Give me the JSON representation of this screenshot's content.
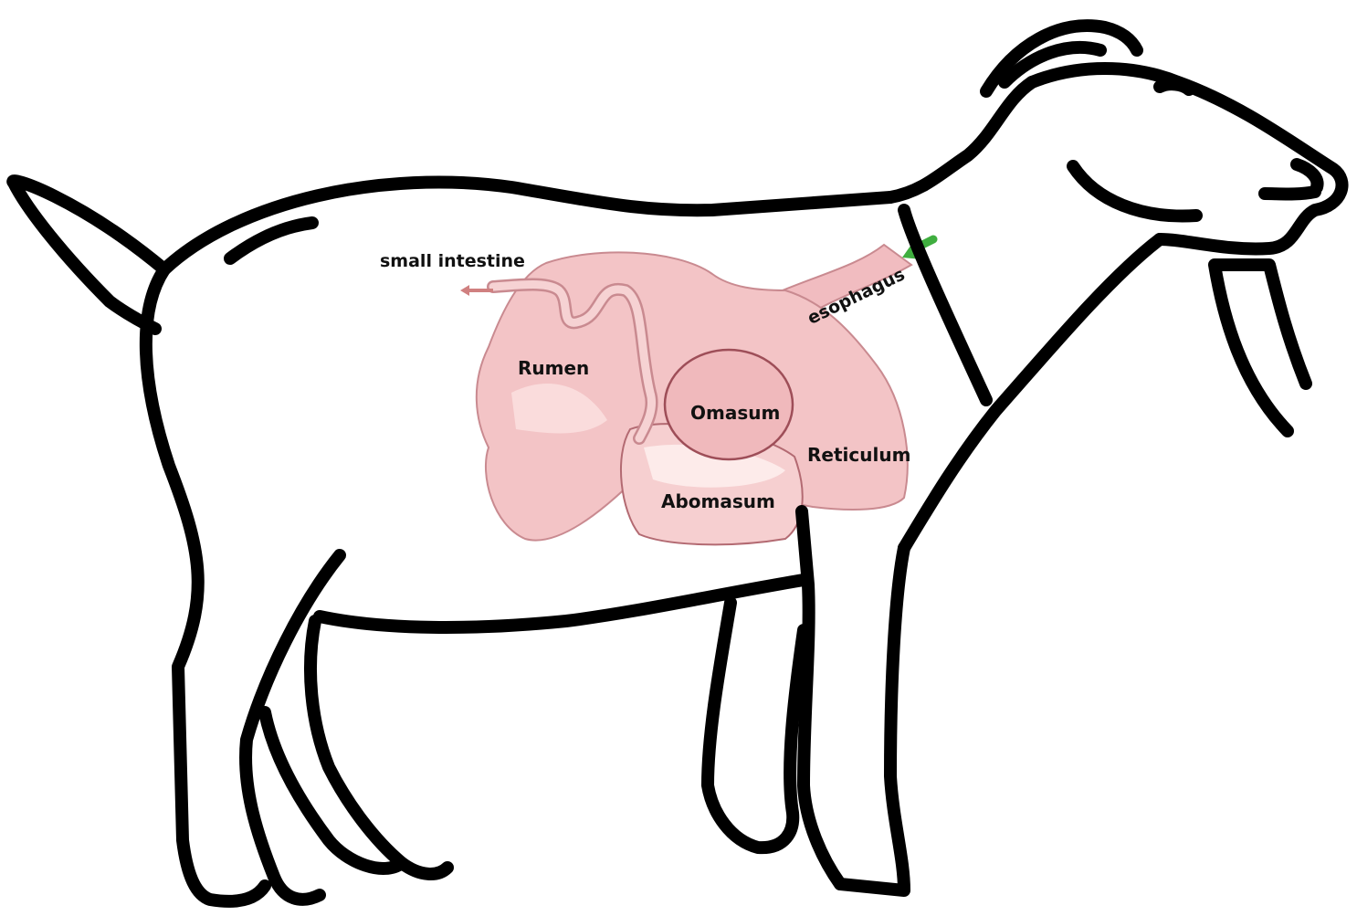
{
  "labels": {
    "small_intestine": "small intestine",
    "rumen": "Rumen",
    "omasum": "Omasum",
    "reticulum": "Reticulum",
    "abomasum": "Abomasum",
    "esophagus": "esophagus"
  },
  "colors": {
    "outline": "#000000",
    "stomach_fill": "#f3c4c6",
    "stomach_highlight": "#fadcdc",
    "stomach_shadow": "#e9aeb2",
    "stomach_edge": "#b36a72",
    "arrow_in": "#3fae3f",
    "arrow_out": "#d08080"
  },
  "icons": {
    "entry_arrow": "green-arrow-icon",
    "exit_arrow": "red-arrow-icon"
  }
}
